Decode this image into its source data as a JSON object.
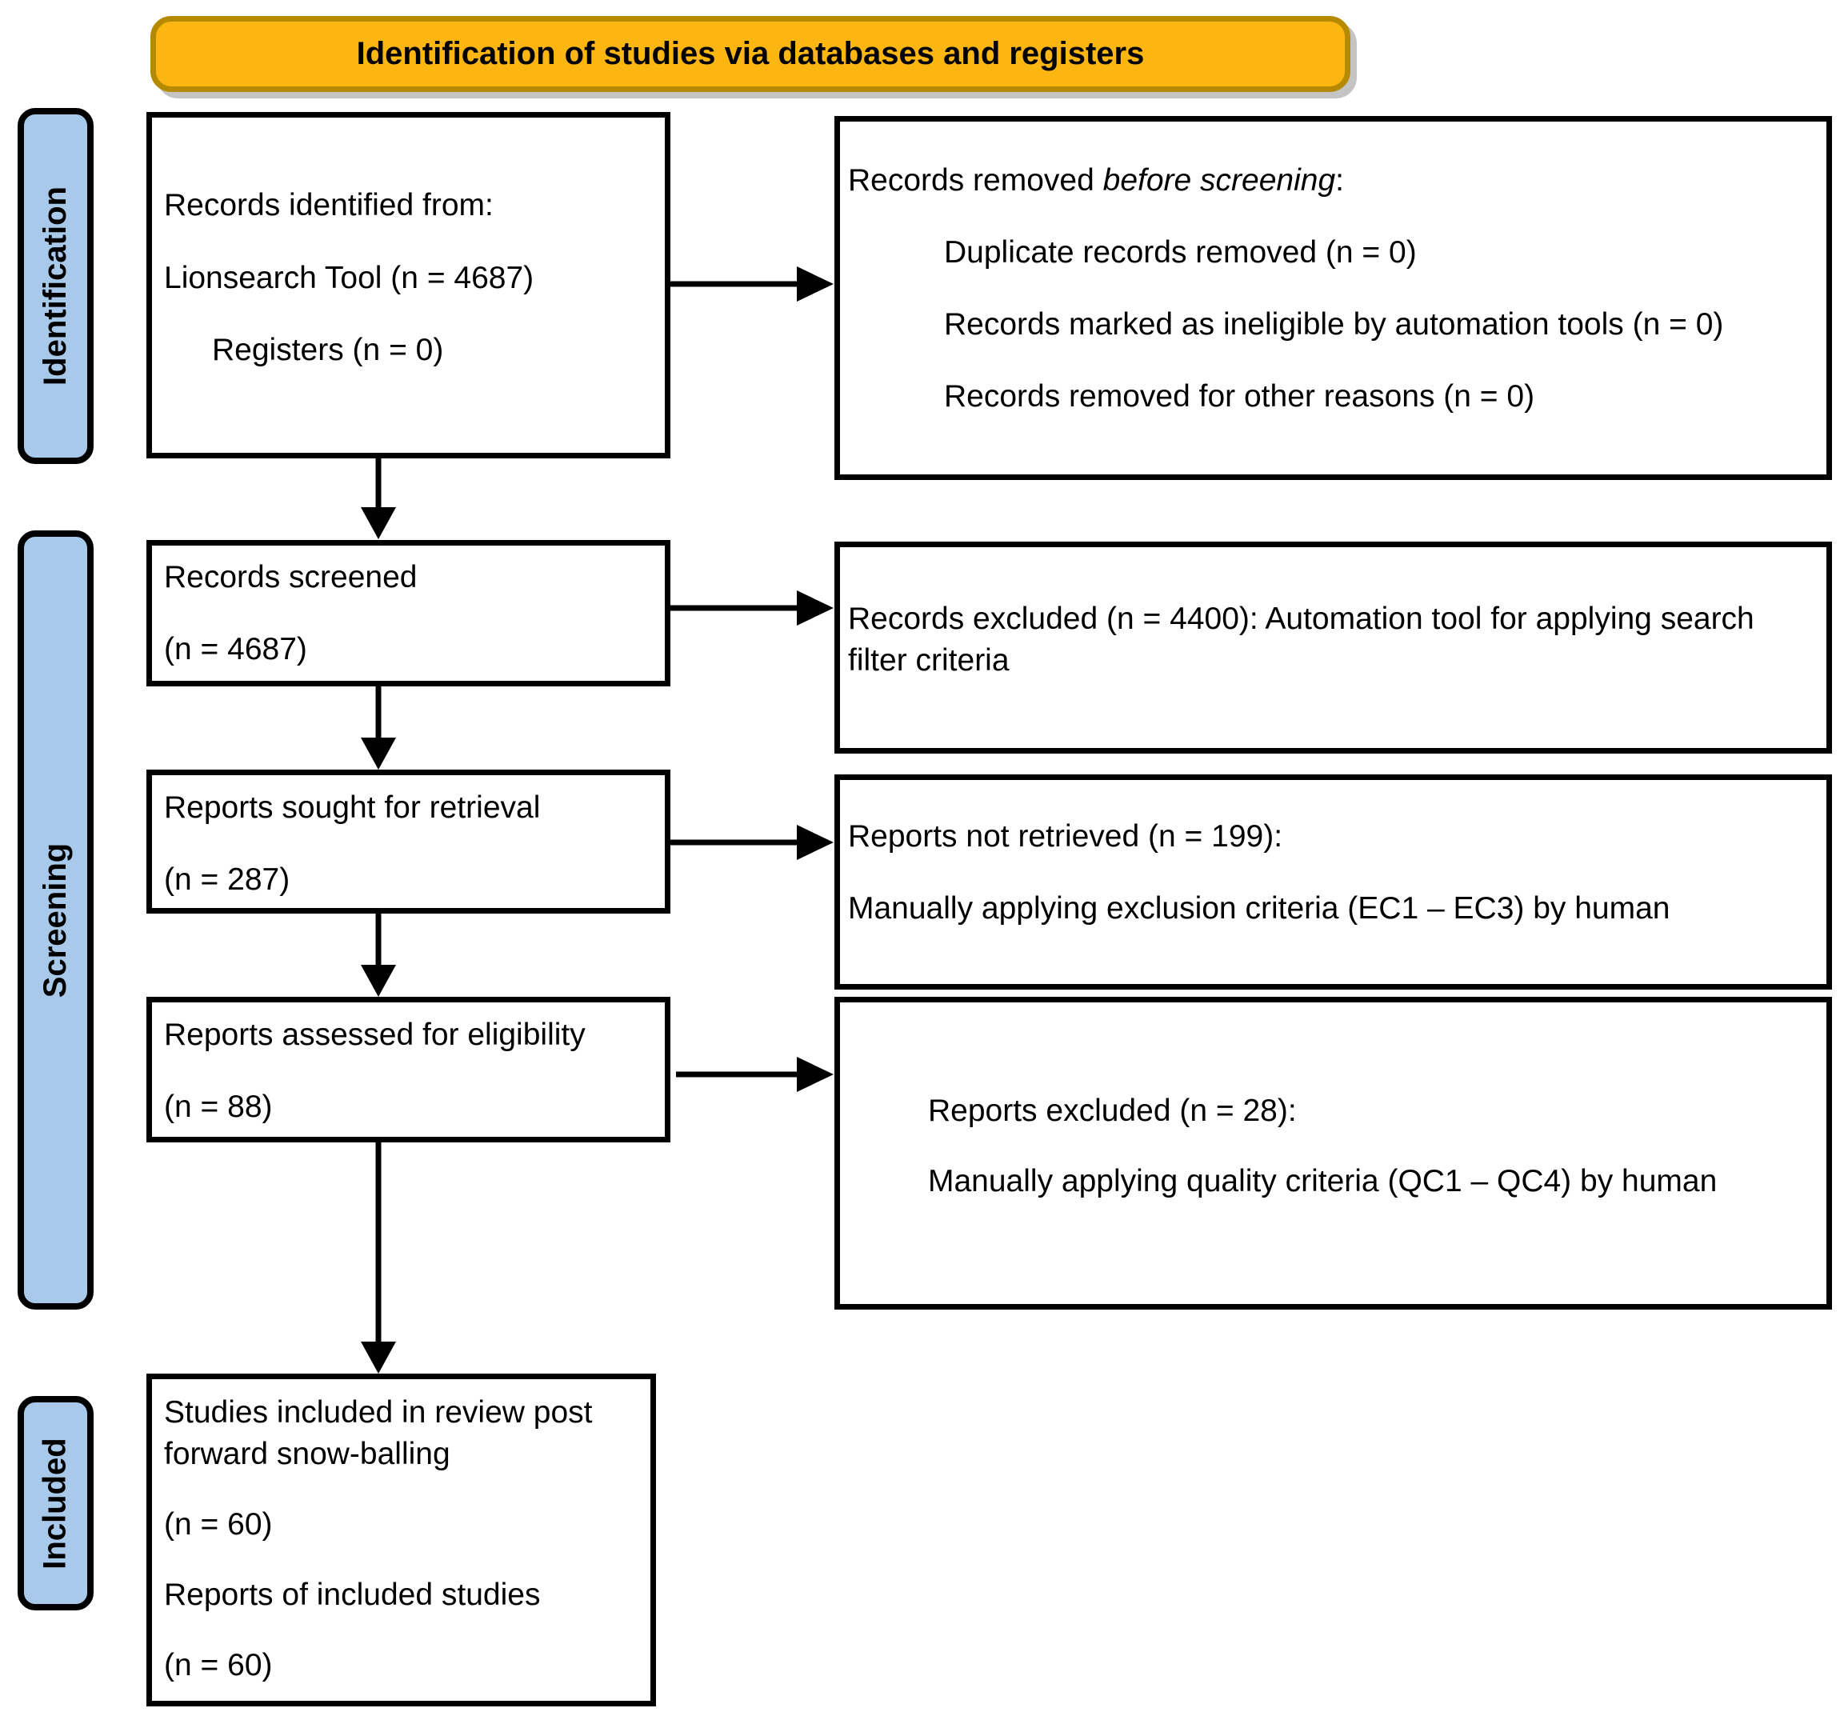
{
  "banner": {
    "label": "Identification of studies via databases and registers"
  },
  "stages": [
    {
      "label": "Identification"
    },
    {
      "label": "Screening"
    },
    {
      "label": "Included"
    }
  ],
  "colors": {
    "banner_bg": "#FCB612",
    "banner_border": "#B68A00",
    "stage_bg": "#A8C9E9",
    "box_border": "#000000"
  },
  "boxes": {
    "records_identified": {
      "lines": [
        "Records identified from:",
        "Lionsearch Tool (n = 4687)",
        "Registers (n = 0)"
      ]
    },
    "records_removed": {
      "title_prefix": "Records removed ",
      "title_italic": "before screening",
      "title_suffix": ":",
      "items": [
        "Duplicate records removed  (n = 0)",
        "Records marked as ineligible by automation tools (n = 0)",
        "Records removed for other reasons (n = 0)"
      ]
    },
    "records_screened": {
      "lines": [
        "Records screened",
        "(n = 4687)"
      ]
    },
    "records_excluded": {
      "text": "Records excluded (n = 4400): Automation tool for applying search filter criteria"
    },
    "reports_sought": {
      "lines": [
        "Reports sought for retrieval",
        "(n = 287)"
      ]
    },
    "reports_not_retrieved": {
      "lines": [
        "Reports not retrieved (n = 199):",
        "Manually applying exclusion criteria (EC1 – EC3) by human"
      ]
    },
    "reports_assessed": {
      "lines": [
        "Reports assessed for eligibility",
        "(n = 88)"
      ]
    },
    "reports_excluded": {
      "lines": [
        "Reports excluded (n = 28):",
        "Manually applying quality criteria (QC1 – QC4) by human"
      ]
    },
    "studies_included": {
      "lines": [
        "Studies included in review post forward snow-balling",
        "(n = 60)",
        "Reports of included studies",
        "(n = 60)"
      ]
    }
  }
}
